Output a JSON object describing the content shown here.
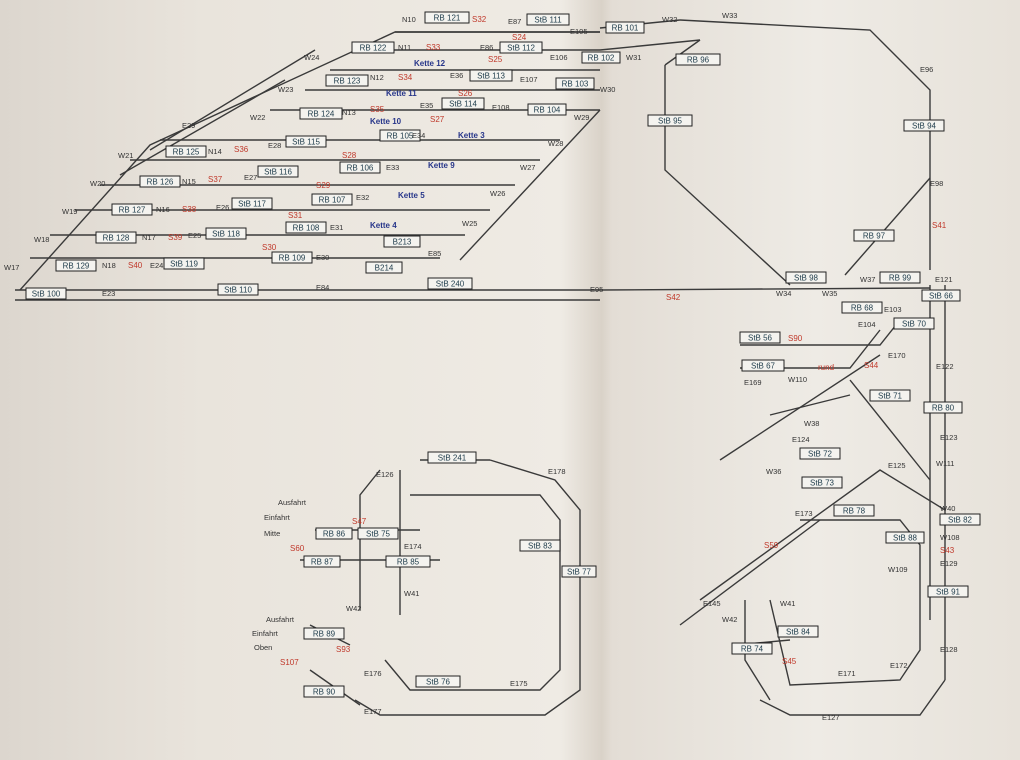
{
  "blocks": [
    "RB 121",
    "StB 111",
    "RB 101",
    "RB 122",
    "StB 112",
    "RB 102",
    "RB 123",
    "StB 113",
    "RB 103",
    "RB 124",
    "StB 114",
    "RB 104",
    "StB 115",
    "RB 125",
    "RB 106",
    "StB 116",
    "RB 126",
    "RB 107",
    "StB 117",
    "RB 127",
    "RB 108",
    "StB 118",
    "RB 128",
    "RB 109",
    "StB 119",
    "RB 129",
    "B213",
    "B214",
    "StB 100",
    "StB 110",
    "StB 240",
    "RB 96",
    "StB 95",
    "StB 94",
    "RB 97",
    "StB 98",
    "RB 99",
    "StB 66",
    "RB 68",
    "StB 70",
    "StB 56",
    "StB 67",
    "StB 71",
    "RB 80",
    "StB 72",
    "StB 73",
    "StB 82",
    "RB 78",
    "StB 88",
    "StB 91",
    "StB 84",
    "RB 74",
    "StB 241",
    "StB 83",
    "StB 77",
    "RB 86",
    "StB 75",
    "RB 87",
    "RB 85",
    "RB 89",
    "RB 90",
    "StB 76",
    "RB 105"
  ],
  "labels": [
    "N10",
    "E87",
    "E105",
    "W32",
    "W33",
    "W24",
    "N11",
    "E86",
    "E106",
    "W31",
    "W23",
    "N12",
    "E36",
    "E107",
    "W30",
    "E29",
    "W22",
    "N13",
    "E35",
    "E108",
    "W29",
    "W21",
    "N14",
    "E28",
    "E34",
    "W28",
    "W20",
    "N15",
    "E27",
    "E33",
    "W27",
    "W19",
    "N16",
    "E26",
    "E32",
    "W26",
    "W18",
    "N17",
    "E25",
    "E31",
    "W25",
    "W17",
    "N18",
    "E24",
    "E30",
    "E85",
    "E23",
    "E84",
    "E95",
    "E96",
    "W34",
    "W35",
    "W37",
    "E121",
    "E103",
    "E104",
    "E169",
    "W110",
    "E170",
    "E122",
    "W38",
    "E124",
    "E123",
    "W36",
    "E125",
    "W111",
    "E173",
    "W40",
    "W108",
    "E129",
    "E145",
    "W41",
    "W42",
    "W109",
    "E171",
    "E172",
    "E128",
    "E127",
    "E126",
    "E174",
    "E178",
    "W42",
    "W41",
    "E176",
    "E177",
    "E175",
    "E98"
  ],
  "signals": [
    "S32",
    "S24",
    "S33",
    "S25",
    "S34",
    "S26",
    "S35",
    "S27",
    "S36",
    "S28",
    "S37",
    "S29",
    "S38",
    "S31",
    "S39",
    "S30",
    "S40",
    "S42",
    "S90",
    "S44",
    "S41",
    "S43",
    "S59",
    "S45",
    "S47",
    "S60",
    "S107",
    "S93",
    "rund"
  ],
  "kette": [
    "Kette 12",
    "Kette 11",
    "Kette 10",
    "Kette 3",
    "Kette 9",
    "Kette 5",
    "Kette 4"
  ],
  "texts": [
    "Ausfahrt",
    "Einfahrt",
    "Mitte",
    "Ausfahrt",
    "Einfahrt",
    "Oben"
  ]
}
